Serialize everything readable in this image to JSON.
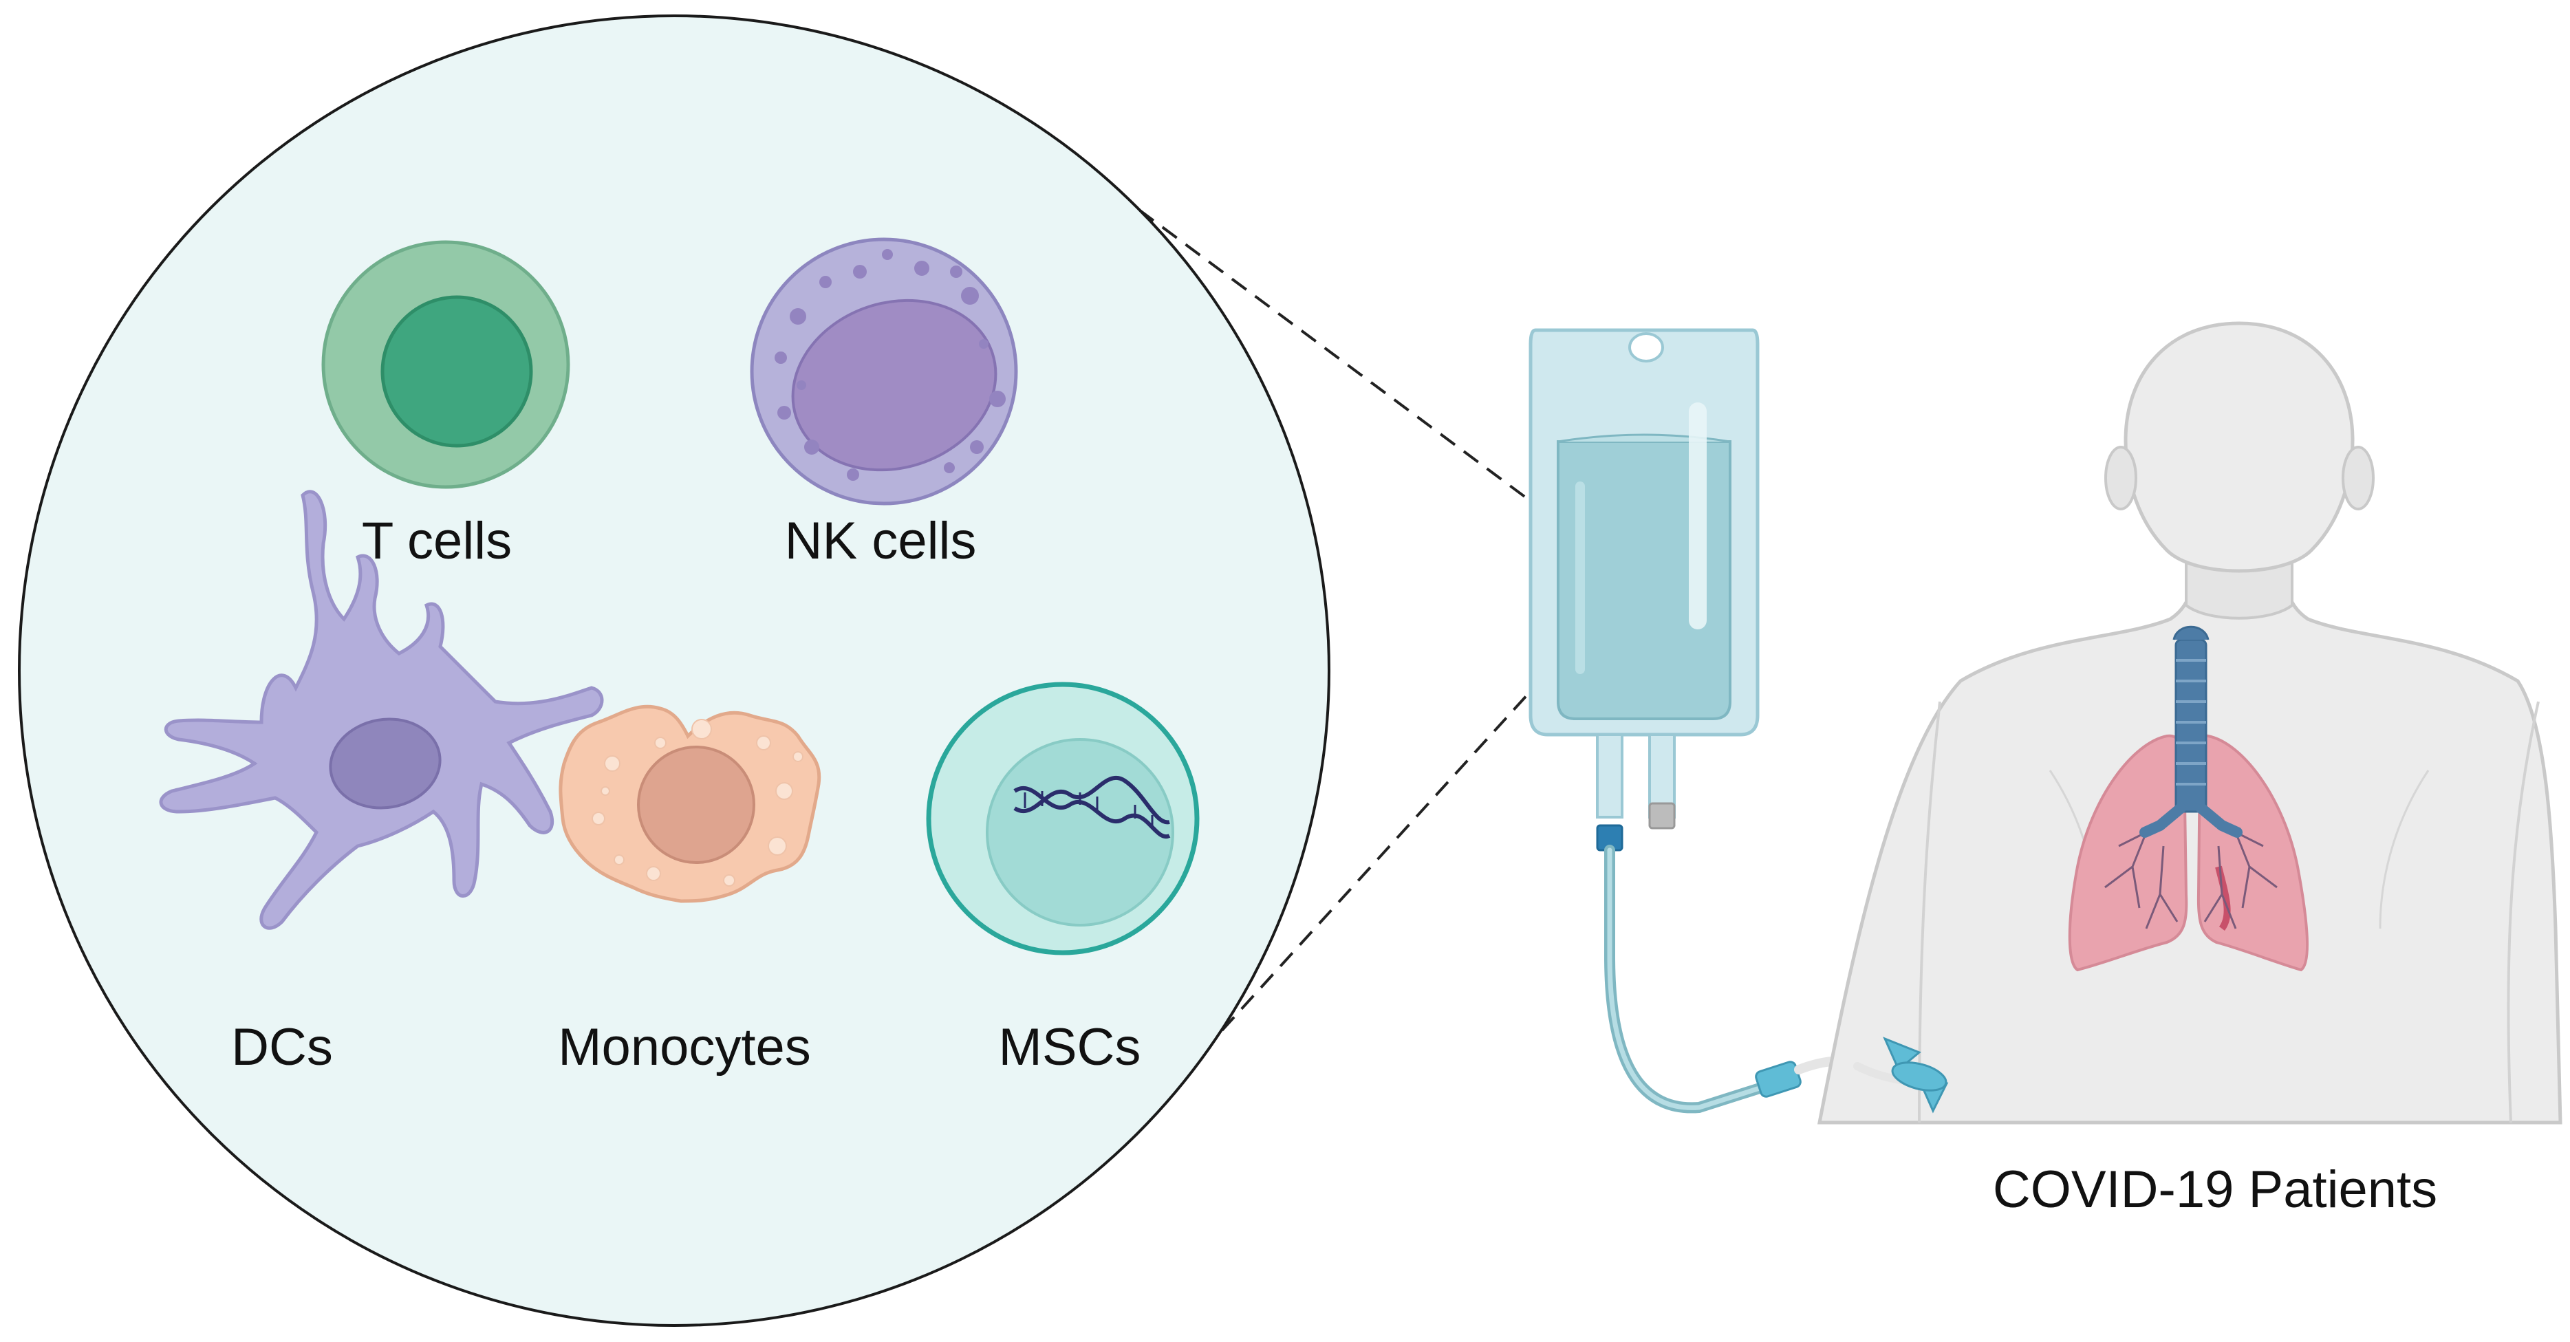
{
  "cells": {
    "t_cells": "T cells",
    "nk_cells": "NK cells",
    "dcs": "DCs",
    "monocytes": "Monocytes",
    "mscs": "MSCs"
  },
  "patient": {
    "label": "COVID-19 Patients"
  },
  "colors": {
    "circle_fill": "#eaf6f6",
    "t_cell_outer": "#93c9a8",
    "t_cell_nucleus": "#3fa67f",
    "nk_outer": "#b6b2da",
    "nk_nucleus": "#a08cc4",
    "dc_body": "#b3aedb",
    "dc_nucleus": "#8f86bc",
    "monocyte_body": "#f7c9ae",
    "monocyte_nucleus": "#dea48f",
    "msc_outer": "#c6ece7",
    "msc_ring": "#2aa79b",
    "msc_inner": "#a2dbd6",
    "iv_fluid": "#9fcfd7",
    "body_fill": "#ececec",
    "lungs": "#e9a3ae",
    "airway": "#4d7ca6"
  }
}
